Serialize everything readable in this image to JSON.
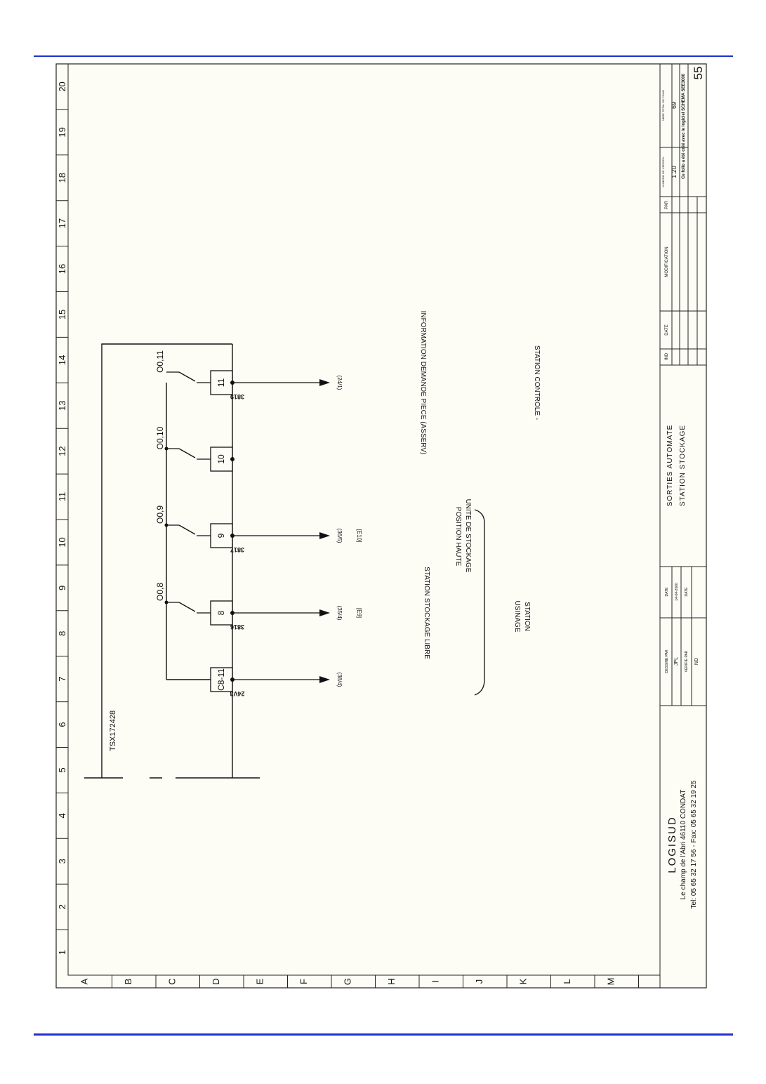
{
  "columns": [
    "1",
    "2",
    "3",
    "4",
    "5",
    "6",
    "7",
    "8",
    "9",
    "10",
    "11",
    "12",
    "13",
    "14",
    "15",
    "16",
    "17",
    "18",
    "19",
    "20"
  ],
  "rows": [
    "A",
    "B",
    "C",
    "D",
    "E",
    "F",
    "G",
    "H",
    "I",
    "J",
    "K",
    "L",
    "M"
  ],
  "plc_module": "TSX172428",
  "outputs": [
    {
      "terminal": "C8-11",
      "channel": "",
      "wire": "24V3",
      "ref": "(38/4)",
      "bracket": "",
      "label": ""
    },
    {
      "terminal": "8",
      "channel": "O0,8",
      "wire": "3816",
      "ref": "(35/4)",
      "bracket": "[E9]",
      "label": "STATION STOCKAGE LIBRE"
    },
    {
      "terminal": "9",
      "channel": "O0,9",
      "wire": "3817",
      "ref": "(36/5)",
      "bracket": "[E10]",
      "label": "UNITE DE STOCKAGE"
    },
    {
      "terminal": "10",
      "channel": "O0,10",
      "wire": "",
      "ref": "",
      "bracket": "",
      "label": ""
    },
    {
      "terminal": "11",
      "channel": "O0,11",
      "wire": "3819",
      "ref": "(24/1)",
      "bracket": "",
      "label": "INFORMATION DEMANDE PIECE (ASSERV)"
    }
  ],
  "label_9_line2": "POSITION HAUTE",
  "group_label": [
    "STATION",
    "USINAGE"
  ],
  "station_controle": "STATION CONTROLE -",
  "title_block": {
    "company": "LOGISUD",
    "address": "Le champ de l'Abri    46110 CONDAT",
    "phone": "Tel: 05 65 32 17 56  -  Fax: 05 65 32 19 25",
    "designed_by_label": "DESSINE PAR",
    "designed_by": "JPL",
    "verified_by_label": "VERIFIE PAR",
    "verified_by": "ND",
    "date_label": "DATE",
    "date_value": "14-04-2000",
    "date_label_2": "DATE",
    "title_1": "SORTIES AUTOMATE",
    "title_2": "STATION STOCKAGE",
    "ind_label": "IND",
    "rev_date_label": "DATE",
    "modification_label": "MODIFICATION",
    "par_label": "PAR",
    "version_label": "NUMERO DE VERSION",
    "version": "1.20",
    "total_label": "NBRE TOTAL DE FOLIO",
    "total": "69",
    "note": "Ce folio a été créé avec le logiciel SCHEMA SEE3000",
    "folio": "55"
  },
  "colors": {
    "rule": "#1f2fd0",
    "paper": "#fdfdf6",
    "ink": "#111111"
  }
}
